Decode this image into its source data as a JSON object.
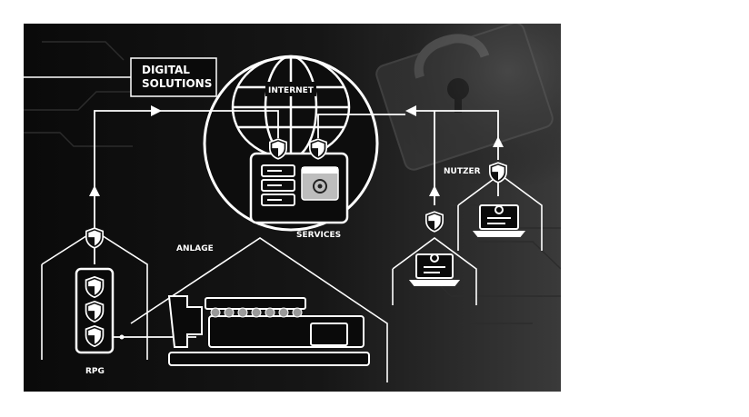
{
  "labels": {
    "brand_line1": "DIGITAL",
    "brand_line2": "SOLUTIONS",
    "internet": "INTERNET",
    "services": "SERVICES",
    "anlage": "ANLAGE",
    "nutzer": "NUTZER",
    "rpg": "RPG"
  },
  "colors": {
    "background": "#0e0e0e",
    "line": "#ffffff",
    "accent_gray": "#8a8a8a"
  },
  "icons": [
    "shield-icon",
    "globe-icon",
    "server-icon",
    "gear-icon",
    "laptop-user-icon",
    "padlock-icon",
    "engine-icon"
  ]
}
